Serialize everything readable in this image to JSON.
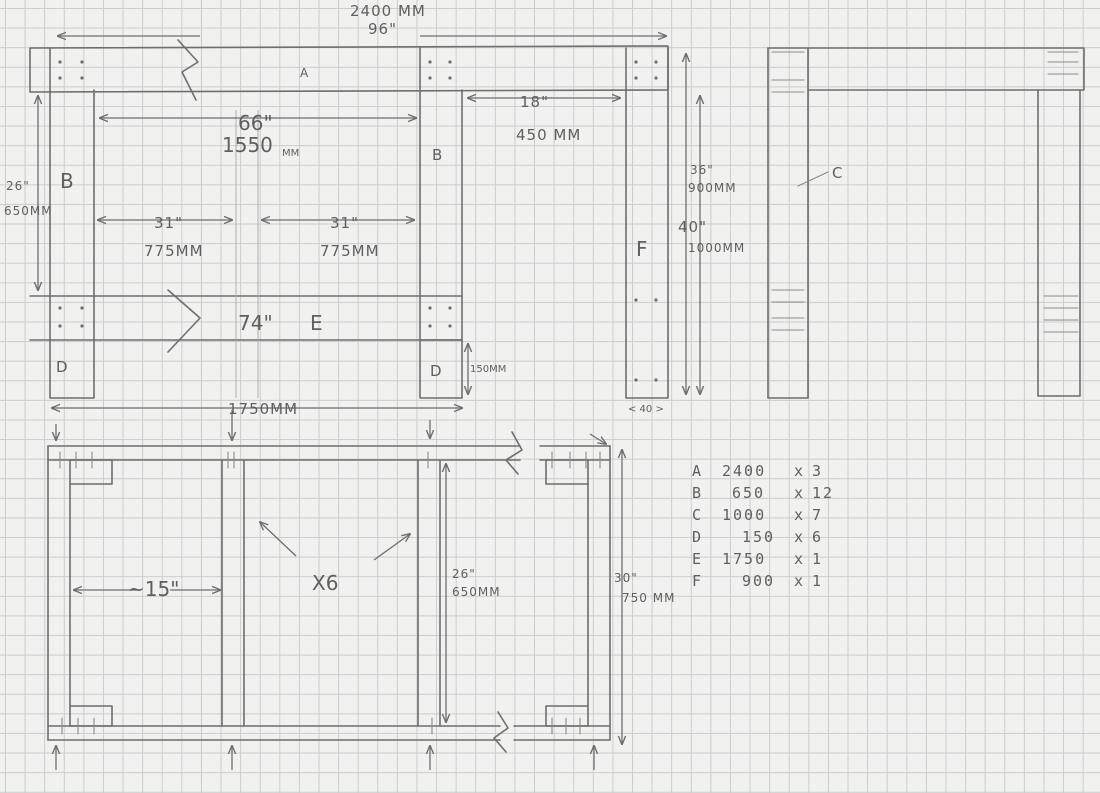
{
  "labels": {
    "top_mm": "2400 MM",
    "top_ft": "96\"",
    "piece_a": "A",
    "piece_b_left": "B",
    "piece_b_right": "B",
    "piece_c": "C",
    "piece_d_left": "D",
    "piece_d_right": "D",
    "piece_e": "E",
    "piece_f": "F",
    "inner_in": "66\"",
    "inner_mm": "1550",
    "inner_mm_unit": "MM",
    "side_in": "18\"",
    "side_mm": "450 MM",
    "left_in": "26\"",
    "left_mm": "650MM",
    "half1_in": "31\"",
    "half1_mm": "775MM",
    "half2_in": "31\"",
    "half2_mm": "775MM",
    "right_h_in": "36\"",
    "right_h_mm": "900MM",
    "f_in": "40\"",
    "f_mm": "1000MM",
    "bottom_in": "74\"",
    "d_mm": "150MM",
    "post_width": "< 40 >",
    "base_mm": "1750MM",
    "gap_in": "~15\"",
    "multiplier": "X6",
    "frame_in": "26\"",
    "frame_mm": "650MM",
    "total_in": "30\"",
    "total_mm": "750 MM"
  },
  "cut_list": [
    {
      "part": "A",
      "length": "2400",
      "x": "x",
      "qty": "3"
    },
    {
      "part": "B",
      "length": "650",
      "x": "x",
      "qty": "12"
    },
    {
      "part": "C",
      "length": "1000",
      "x": "x",
      "qty": "7"
    },
    {
      "part": "D",
      "length": "150",
      "x": "x",
      "qty": "6"
    },
    {
      "part": "E",
      "length": "1750",
      "x": "x",
      "qty": "1"
    },
    {
      "part": "F",
      "length": "900",
      "x": "x",
      "qty": "1"
    }
  ]
}
